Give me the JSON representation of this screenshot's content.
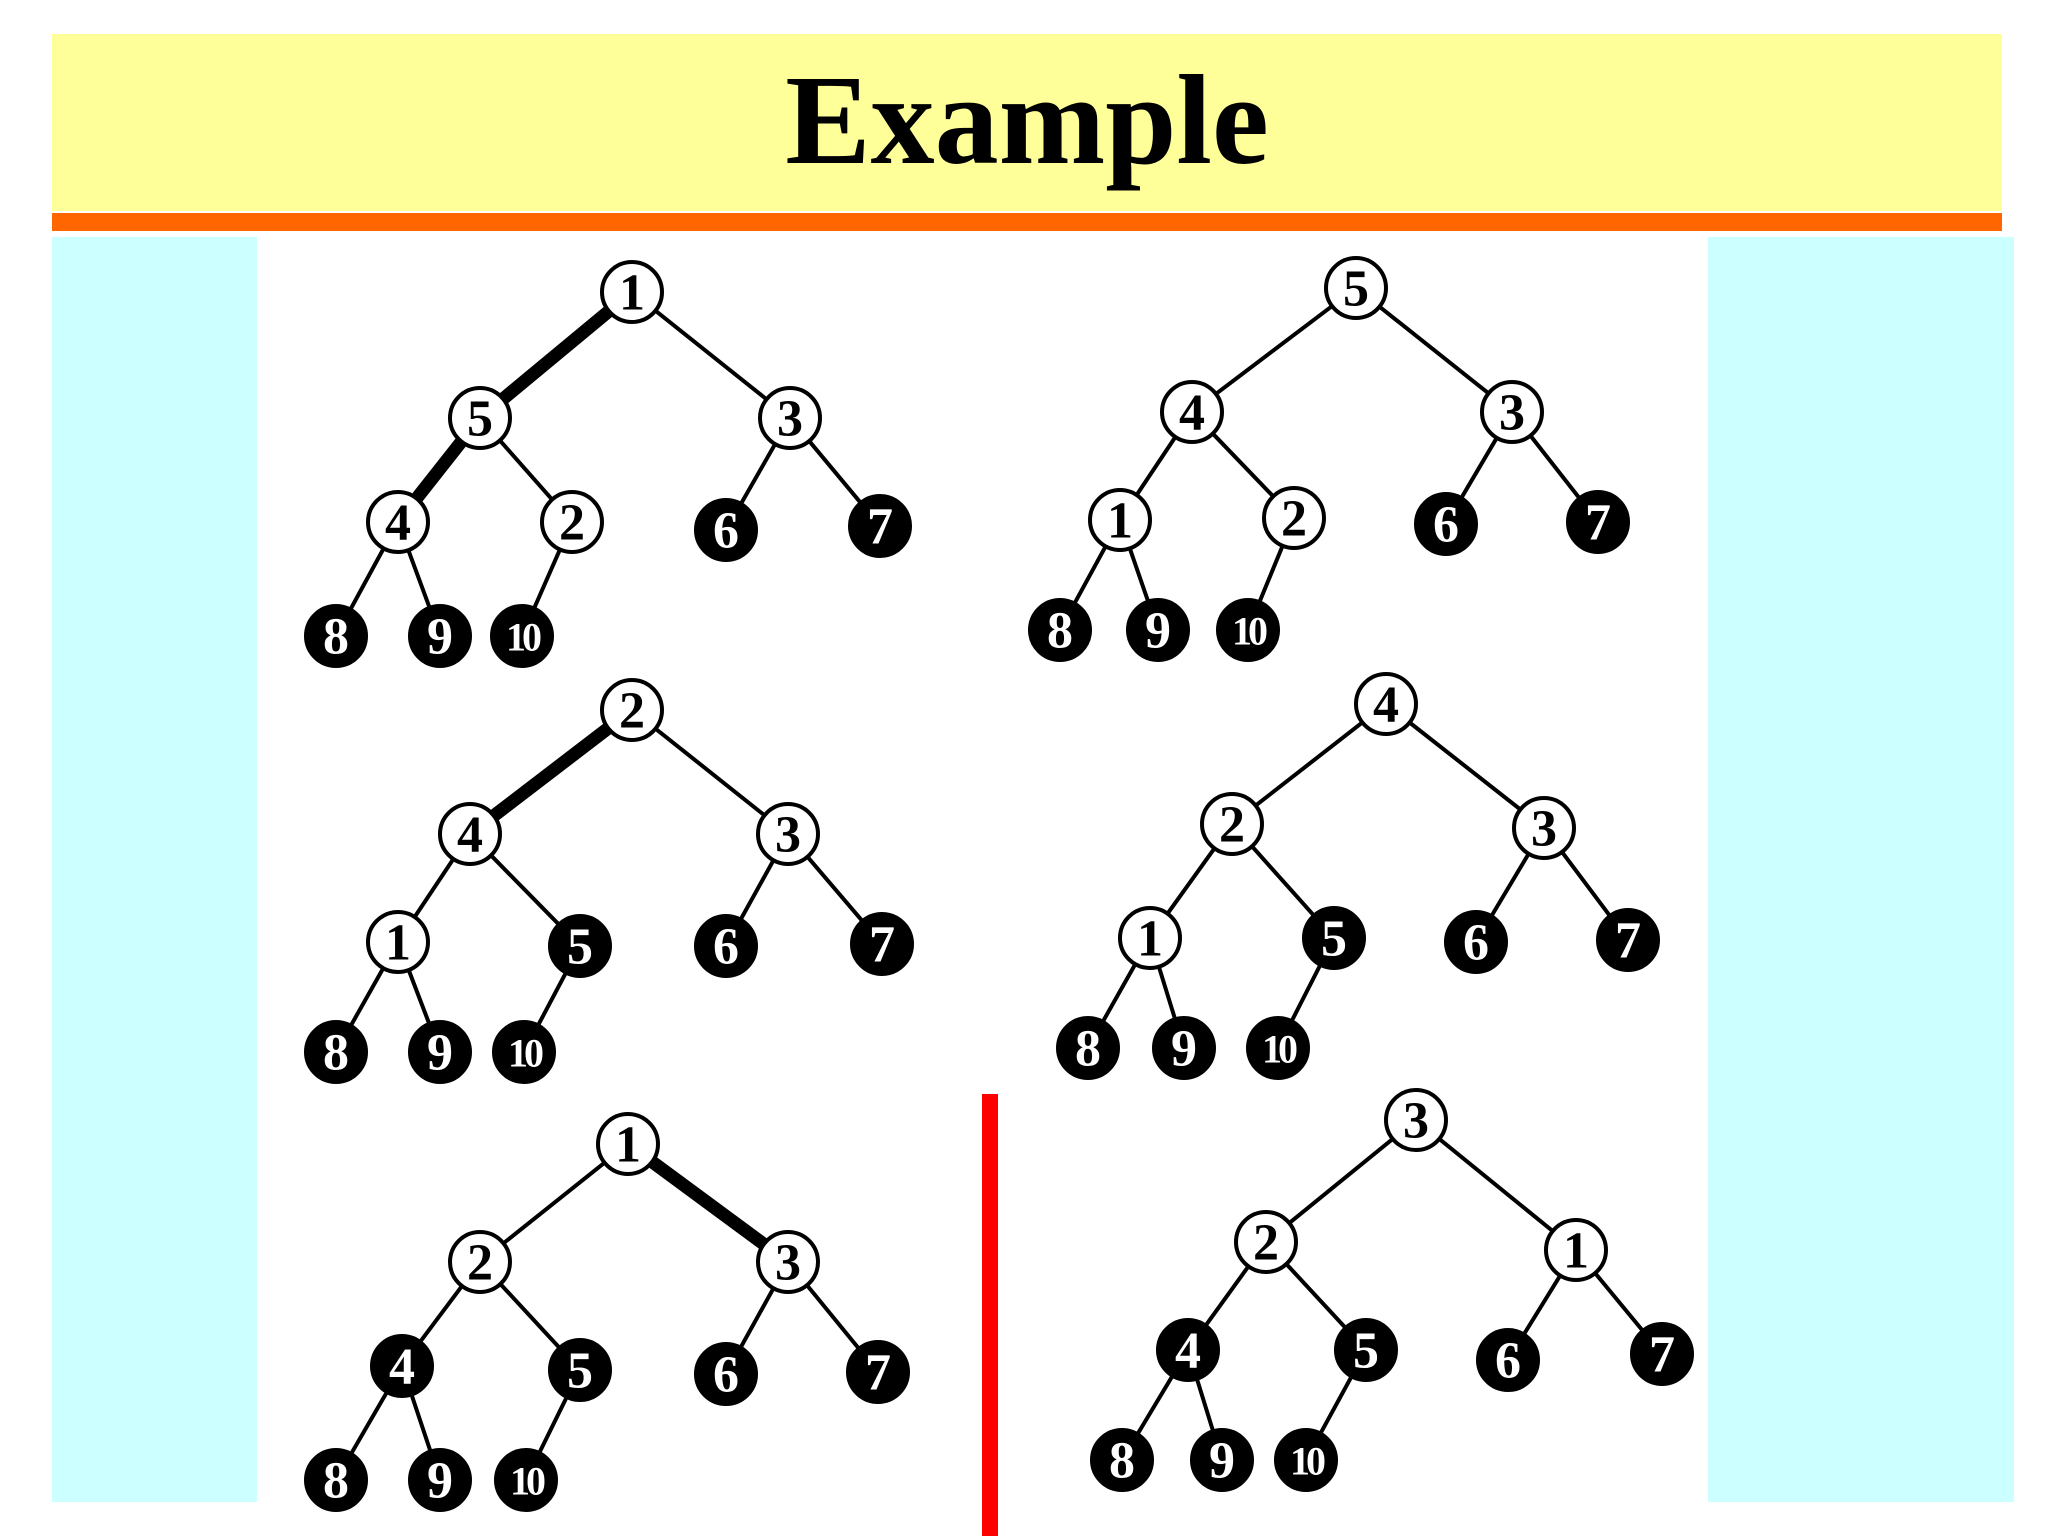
{
  "title": "Example",
  "colors": {
    "title_bg": "#ffff99",
    "title_rule": "#ff6600",
    "side_panel": "#ccffff",
    "divider": "#ff0000",
    "filled_node": "#000000",
    "open_node": "#ffffff"
  },
  "trees": [
    {
      "id": "tree-1",
      "nodes": [
        {
          "label": "1",
          "filled": false
        },
        {
          "label": "5",
          "filled": false
        },
        {
          "label": "3",
          "filled": false
        },
        {
          "label": "4",
          "filled": false
        },
        {
          "label": "2",
          "filled": false
        },
        {
          "label": "6",
          "filled": true
        },
        {
          "label": "7",
          "filled": true
        },
        {
          "label": "8",
          "filled": true
        },
        {
          "label": "9",
          "filled": true
        },
        {
          "label": "10",
          "filled": true
        }
      ],
      "highlighted_edges": [
        [
          0,
          1
        ],
        [
          1,
          3
        ]
      ]
    },
    {
      "id": "tree-2",
      "nodes": [
        {
          "label": "5",
          "filled": false
        },
        {
          "label": "4",
          "filled": false
        },
        {
          "label": "3",
          "filled": false
        },
        {
          "label": "1",
          "filled": false
        },
        {
          "label": "2",
          "filled": false
        },
        {
          "label": "6",
          "filled": true
        },
        {
          "label": "7",
          "filled": true
        },
        {
          "label": "8",
          "filled": true
        },
        {
          "label": "9",
          "filled": true
        },
        {
          "label": "10",
          "filled": true
        }
      ],
      "highlighted_edges": []
    },
    {
      "id": "tree-3",
      "nodes": [
        {
          "label": "2",
          "filled": false
        },
        {
          "label": "4",
          "filled": false
        },
        {
          "label": "3",
          "filled": false
        },
        {
          "label": "1",
          "filled": false
        },
        {
          "label": "5",
          "filled": true
        },
        {
          "label": "6",
          "filled": true
        },
        {
          "label": "7",
          "filled": true
        },
        {
          "label": "8",
          "filled": true
        },
        {
          "label": "9",
          "filled": true
        },
        {
          "label": "10",
          "filled": true
        }
      ],
      "highlighted_edges": [
        [
          0,
          1
        ]
      ]
    },
    {
      "id": "tree-4",
      "nodes": [
        {
          "label": "4",
          "filled": false
        },
        {
          "label": "2",
          "filled": false
        },
        {
          "label": "3",
          "filled": false
        },
        {
          "label": "1",
          "filled": false
        },
        {
          "label": "5",
          "filled": true
        },
        {
          "label": "6",
          "filled": true
        },
        {
          "label": "7",
          "filled": true
        },
        {
          "label": "8",
          "filled": true
        },
        {
          "label": "9",
          "filled": true
        },
        {
          "label": "10",
          "filled": true
        }
      ],
      "highlighted_edges": []
    },
    {
      "id": "tree-5",
      "nodes": [
        {
          "label": "1",
          "filled": false
        },
        {
          "label": "2",
          "filled": false
        },
        {
          "label": "3",
          "filled": false
        },
        {
          "label": "4",
          "filled": true
        },
        {
          "label": "5",
          "filled": true
        },
        {
          "label": "6",
          "filled": true
        },
        {
          "label": "7",
          "filled": true
        },
        {
          "label": "8",
          "filled": true
        },
        {
          "label": "9",
          "filled": true
        },
        {
          "label": "10",
          "filled": true
        }
      ],
      "highlighted_edges": [
        [
          0,
          2
        ]
      ]
    },
    {
      "id": "tree-6",
      "nodes": [
        {
          "label": "3",
          "filled": false
        },
        {
          "label": "2",
          "filled": false
        },
        {
          "label": "1",
          "filled": false
        },
        {
          "label": "4",
          "filled": true
        },
        {
          "label": "5",
          "filled": true
        },
        {
          "label": "6",
          "filled": true
        },
        {
          "label": "7",
          "filled": true
        },
        {
          "label": "8",
          "filled": true
        },
        {
          "label": "9",
          "filled": true
        },
        {
          "label": "10",
          "filled": true
        }
      ],
      "highlighted_edges": []
    }
  ]
}
